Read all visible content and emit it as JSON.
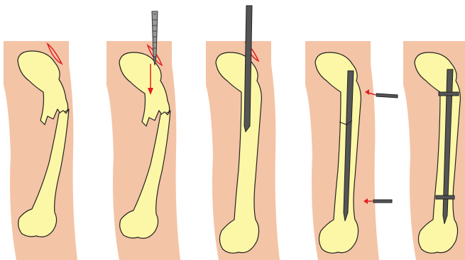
{
  "figure": {
    "panel_count": 5,
    "colors": {
      "skin": "#F4C4A6",
      "bone": "#FCF7A6",
      "outline": "#222222",
      "rod": "#555555",
      "rod_dark": "#333333",
      "awl": "#9A9A9A",
      "incision": "#E02020",
      "arrow": "#E02020"
    },
    "panels": [
      {
        "step": 1,
        "content": "fractured-femur-with-incision-marker"
      },
      {
        "step": 2,
        "content": "awl-entry-into-proximal-femur"
      },
      {
        "step": 3,
        "content": "guide-rod-inserted-through-canal"
      },
      {
        "step": 4,
        "content": "intramedullary-nail-with-locking-screw-arrows"
      },
      {
        "step": 5,
        "content": "nail-locked-with-proximal-and-distal-screws"
      }
    ]
  }
}
